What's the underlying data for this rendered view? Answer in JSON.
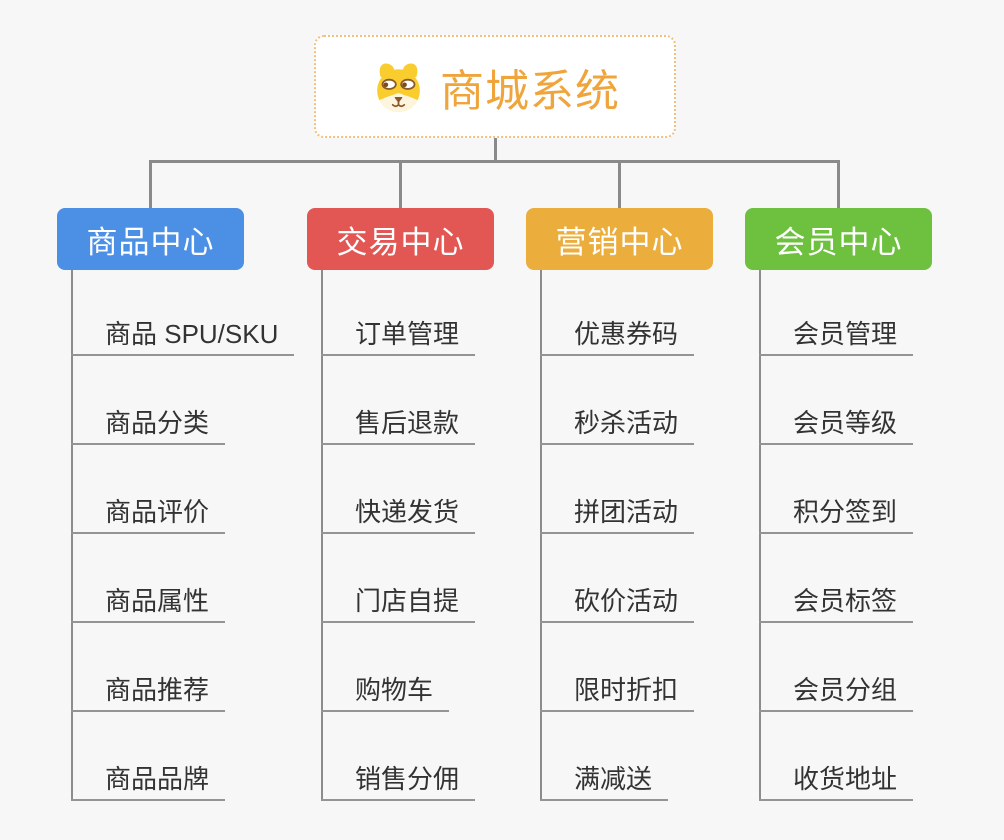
{
  "canvas": {
    "background_color": "#f7f7f7",
    "connector_color": "#8a8a8a",
    "leaf_underline_color": "#949494",
    "leaf_text_color": "#333333"
  },
  "root": {
    "title": "商城系统",
    "title_color": "#efa53b",
    "border_color": "#efc27e",
    "icon": "dog-face-icon"
  },
  "branches": [
    {
      "label": "商品中心",
      "color": "#4c90e6",
      "items": [
        "商品 SPU/SKU",
        "商品分类",
        "商品评价",
        "商品属性",
        "商品推荐",
        "商品品牌"
      ]
    },
    {
      "label": "交易中心",
      "color": "#e25754",
      "items": [
        "订单管理",
        "售后退款",
        "快递发货",
        "门店自提",
        "购物车",
        "销售分佣"
      ]
    },
    {
      "label": "营销中心",
      "color": "#ebad3c",
      "items": [
        "优惠券码",
        "秒杀活动",
        "拼团活动",
        "砍价活动",
        "限时折扣",
        "满减送"
      ]
    },
    {
      "label": "会员中心",
      "color": "#6dc13f",
      "items": [
        "会员管理",
        "会员等级",
        "积分签到",
        "会员标签",
        "会员分组",
        "收货地址"
      ]
    }
  ]
}
